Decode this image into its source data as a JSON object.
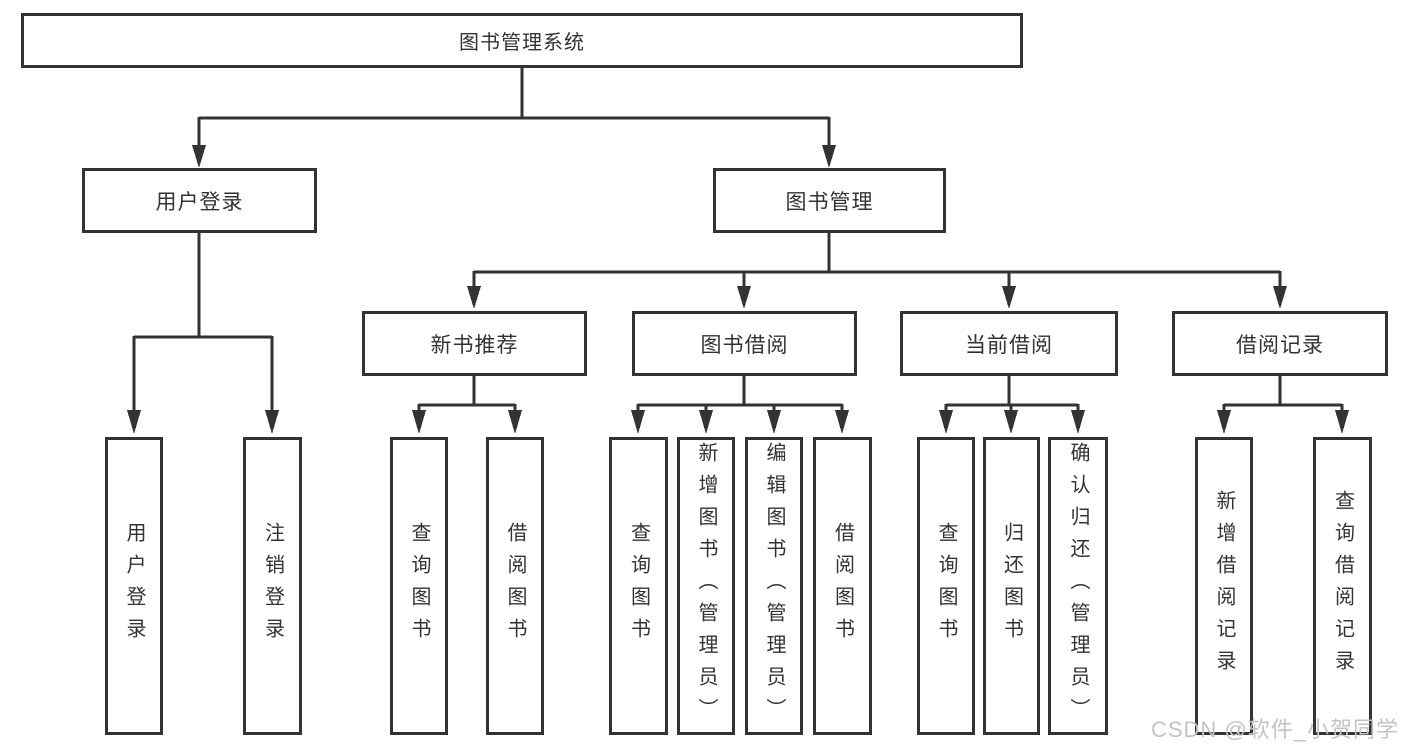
{
  "diagram_type": "hierarchy-tree",
  "colors": {
    "line": "#333333",
    "box_border": "#333333",
    "box_fill": "#ffffff",
    "text": "#333333",
    "watermark": "#c3c3c3",
    "background": "#ffffff"
  },
  "tree": {
    "root": {
      "label": "图书管理系统",
      "children": [
        {
          "label": "用户登录",
          "children": [
            {
              "label": "用户登录"
            },
            {
              "label": "注销登录"
            }
          ]
        },
        {
          "label": "图书管理",
          "children": [
            {
              "label": "新书推荐",
              "children": [
                {
                  "label": "查询图书"
                },
                {
                  "label": "借阅图书"
                }
              ]
            },
            {
              "label": "图书借阅",
              "children": [
                {
                  "label": "查询图书"
                },
                {
                  "label": "新增图书（管理员）"
                },
                {
                  "label": "编辑图书（管理员）"
                },
                {
                  "label": "借阅图书"
                }
              ]
            },
            {
              "label": "当前借阅",
              "children": [
                {
                  "label": "查询图书"
                },
                {
                  "label": "归还图书"
                },
                {
                  "label": "确认归还（管理员）"
                }
              ]
            },
            {
              "label": "借阅记录",
              "children": [
                {
                  "label": "新增借阅记录"
                },
                {
                  "label": "查询借阅记录"
                }
              ]
            }
          ]
        }
      ]
    }
  },
  "watermark": {
    "text": "CSDN @软件_小贺同学"
  }
}
